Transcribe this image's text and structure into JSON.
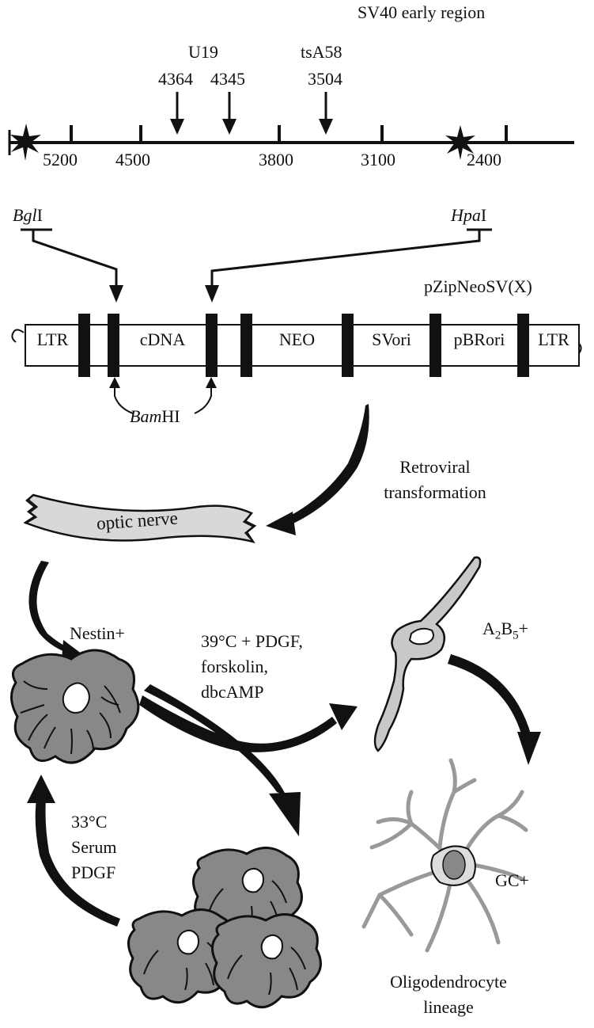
{
  "map": {
    "region_title": "SV40 early region",
    "mutants": [
      {
        "name": "U19",
        "positions": [
          "4364",
          "4345"
        ]
      },
      {
        "name": "tsA58",
        "positions": [
          "3504"
        ]
      }
    ],
    "ticks": [
      "5200",
      "4500",
      "3800",
      "3100",
      "2400"
    ]
  },
  "restriction": {
    "left_site": "Bgl",
    "left_suffix": "I",
    "right_site": "Hpa",
    "right_suffix": "I",
    "bamhi_site": "Bam",
    "bamhi_suffix": "HI"
  },
  "vector": {
    "name": "pZipNeoSV(X)",
    "segments": [
      "LTR",
      "cDNA",
      "NEO",
      "SVori",
      "pBRori",
      "LTR"
    ]
  },
  "process": {
    "retroviral_1": "Retroviral",
    "retroviral_2": "transformation",
    "optic_nerve": "optic nerve",
    "nestin": "Nestin+",
    "cond39": [
      "39°C + PDGF,",
      "forskolin,",
      "dbcAMP"
    ],
    "a2b5": {
      "a": "A",
      "sub1": "2",
      "b": "B",
      "sub2": "5",
      "plus": "+"
    },
    "cond33": [
      "33°C",
      "Serum",
      "PDGF"
    ],
    "gc": "GC+",
    "lineage": [
      "Oligodendrocyte",
      "lineage"
    ]
  }
}
